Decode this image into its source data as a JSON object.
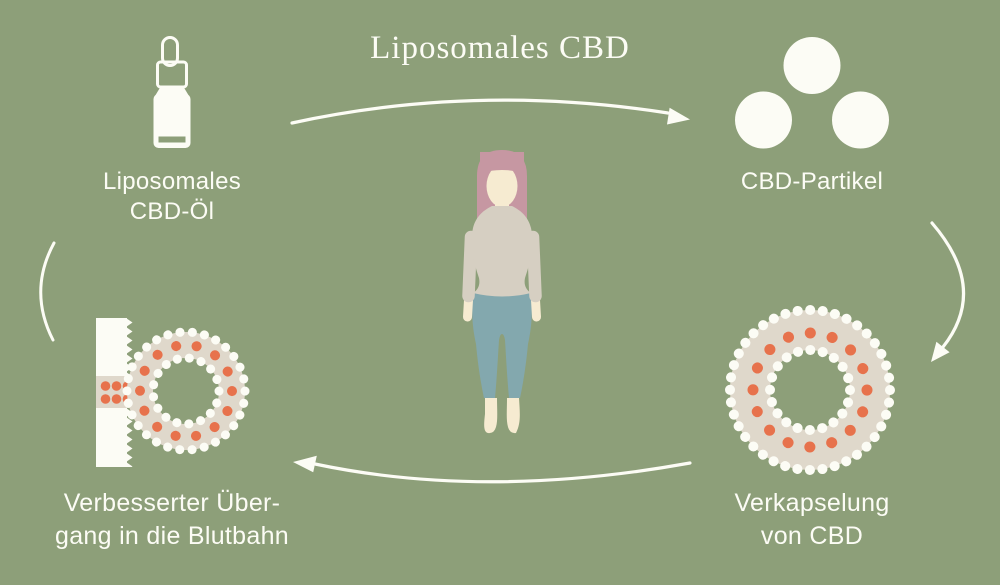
{
  "title": "Liposomales CBD",
  "colors": {
    "background": "#8D9F79",
    "white": "#FCFCF5",
    "membrane_beige": "#DFD8CB",
    "dot_orange": "#E7724C",
    "hair": "#C697A2",
    "skin": "#F6EBD1",
    "shirt": "#D6CFC2",
    "pants": "#83A8AE"
  },
  "stages": [
    {
      "id": "oil",
      "icon": "dropper-bottle-icon",
      "label_lines": [
        "Liposomales",
        "CBD-Öl"
      ]
    },
    {
      "id": "particles",
      "icon": "cbd-particles-icon",
      "label_lines": [
        "CBD-Partikel"
      ]
    },
    {
      "id": "encapsulation",
      "icon": "liposome-ring-icon",
      "label_lines": [
        "Verkapselung",
        "von CBD"
      ]
    },
    {
      "id": "absorption",
      "icon": "membrane-passage-icon",
      "label_lines": [
        "Verbesserter Über-",
        "gang in die Blutbahn"
      ]
    }
  ],
  "center_figure": "woman-illustration"
}
